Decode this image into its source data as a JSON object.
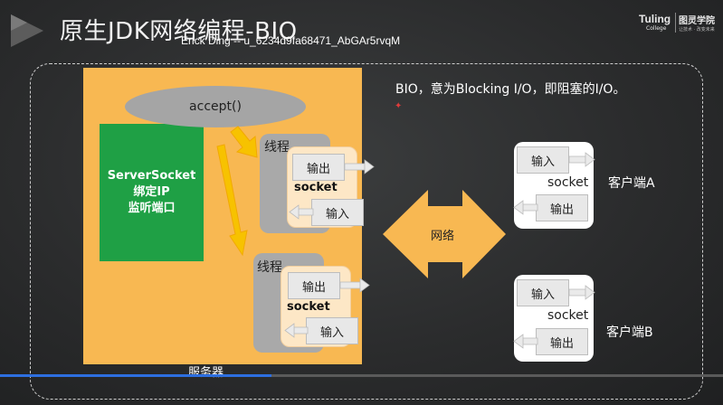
{
  "header": {
    "title": "原生JDK网络编程-BIO",
    "watermark": "Erick Ding -- u_6234d9fa68471_AbGAr5rvqM"
  },
  "brand": {
    "name": "Tuling",
    "sub": "College",
    "cn_name": "图灵学院",
    "slogan": "让技术 · 改变未来"
  },
  "description": "BIO，意为Blocking I/O，即阻塞的I/O。",
  "server": {
    "label": "服务器",
    "accept": "accept()",
    "server_socket": {
      "line1": "ServerSocket",
      "line2": "绑定IP",
      "line3": "监听端口"
    },
    "threads": [
      {
        "label": "线程",
        "output": "输出",
        "socket": "socket",
        "input": "输入"
      },
      {
        "label": "线程",
        "output": "输出",
        "socket": "socket",
        "input": "输入"
      }
    ]
  },
  "network": {
    "label": "网络"
  },
  "clients": [
    {
      "name": "客户端A",
      "input": "输入",
      "socket": "socket",
      "output": "输出"
    },
    {
      "name": "客户端B",
      "input": "输入",
      "socket": "socket",
      "output": "输出"
    }
  ],
  "colors": {
    "server_fill": "#f8b852",
    "server_socket_fill": "#1fa045",
    "network_fill": "#f8b852",
    "thread_fill": "#a9a9a9",
    "socket_fill": "#fde7c6",
    "background": "#2b2c2d"
  },
  "playback": {
    "progress": 0.375
  }
}
